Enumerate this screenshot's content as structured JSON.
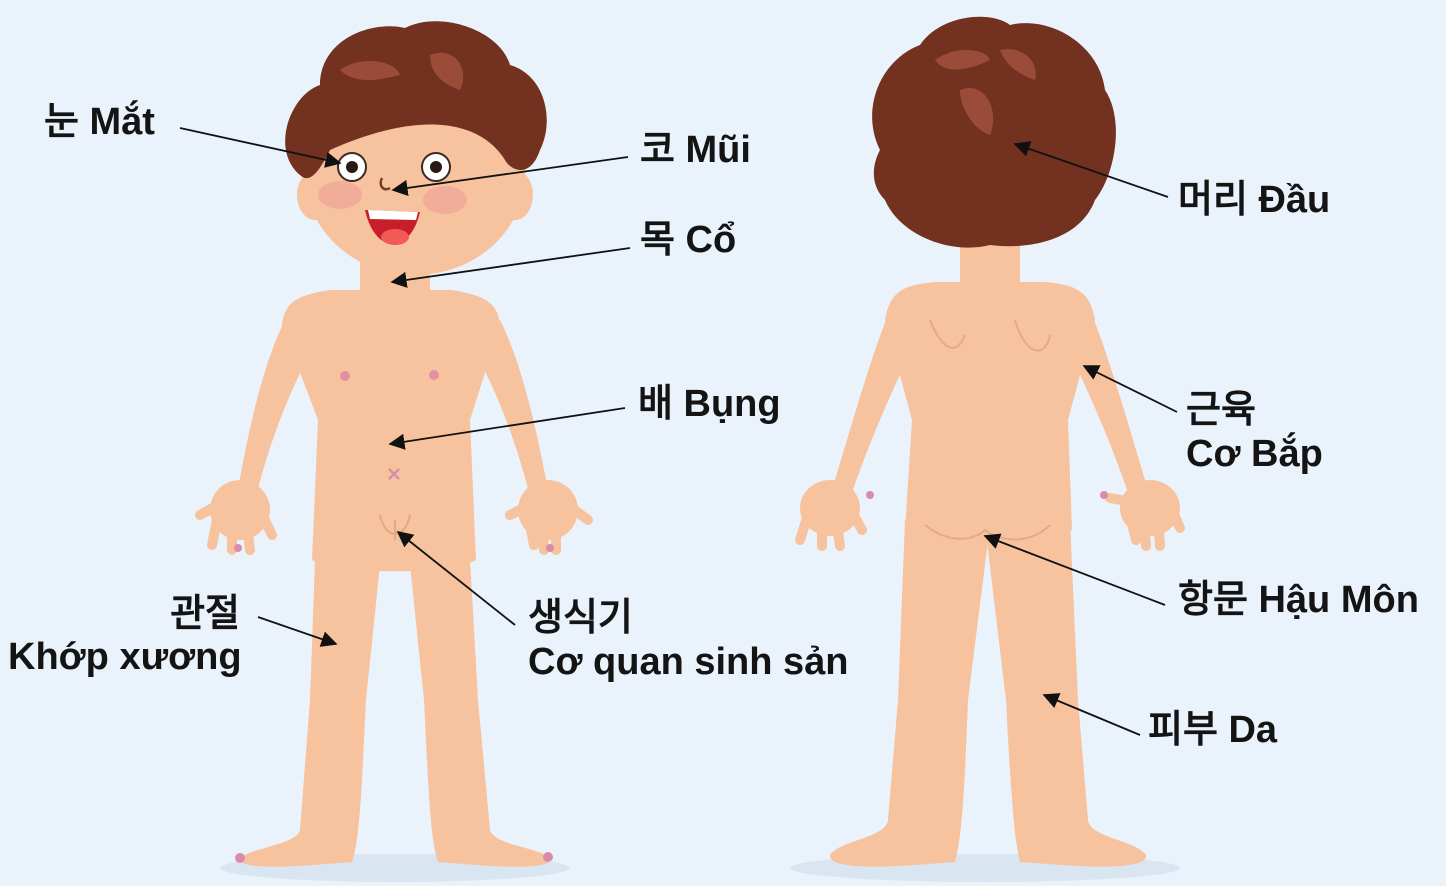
{
  "front_labels": {
    "eye": "눈 Mắt",
    "nose": "코 Mũi",
    "neck": "목 Cổ",
    "belly": "배 Bụng",
    "joint_ko": "관절",
    "joint_vi": "Khớp xương",
    "genital_ko": "생식기",
    "genital_vi": "Cơ quan sinh sản"
  },
  "back_labels": {
    "head": "머리 Đầu",
    "muscle_ko": "근육",
    "muscle_vi": "Cơ Bắp",
    "anus": "항문 Hậu Môn",
    "skin": "피부 Da"
  },
  "colors": {
    "background": "#eaf3fb",
    "skin": "#f7c39e",
    "skin_shadow": "#e9a982",
    "hair": "#73311f",
    "hair_highlight": "#9a4c38",
    "label_text": "#141414",
    "arrow": "#111111"
  },
  "icons": [
    "front-boy-figure",
    "back-boy-figure",
    "pointer-arrow"
  ]
}
